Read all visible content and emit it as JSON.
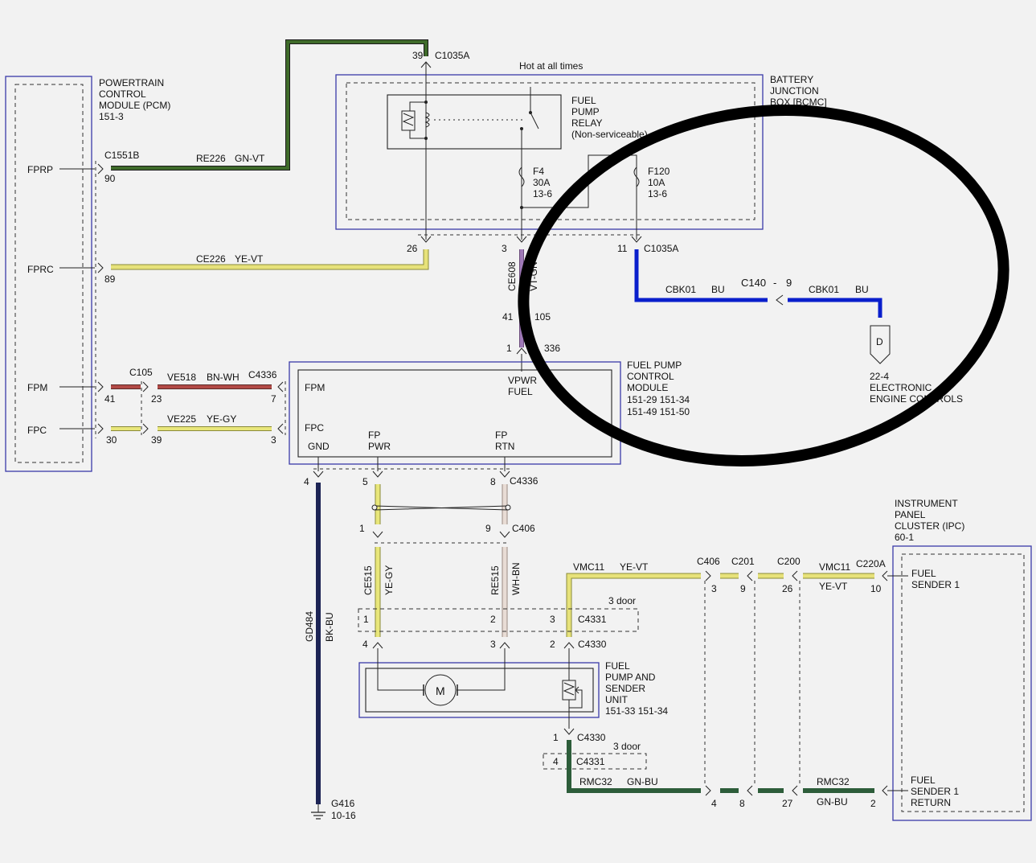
{
  "colors": {
    "gn_vt": "#3f6b2a",
    "ye_vt": "#e7e27a",
    "ye_gy": "#e8e67a",
    "bn_wh": "#b24a46",
    "bk_bu": "#1d2455",
    "bu": "#0a1fcc",
    "wh_bn": "#e8dcd5",
    "gn_bu": "#2d5d3a",
    "vt_gn": "#a07ab8",
    "module_border": "#3a3aa8"
  },
  "pcm": {
    "title": [
      "POWERTRAIN",
      "CONTROL",
      "MODULE (PCM)",
      "151-3"
    ],
    "pins": [
      "FPRP",
      "FPRC",
      "FPM",
      "FPC"
    ],
    "connector": "C1551B",
    "pin_numbers": [
      "90",
      "89",
      "41",
      "30"
    ]
  },
  "bjb": {
    "title": [
      "BATTERY",
      "JUNCTION",
      "BOX [BCMC]"
    ],
    "hot_label": "Hot at all times",
    "relay": [
      "FUEL",
      "PUMP",
      "RELAY",
      "(Non-serviceable)"
    ],
    "fuse_f4": [
      "F4",
      "30A",
      "13-6"
    ],
    "fuse_f120": [
      "F120",
      "10A",
      "13-6"
    ],
    "top_connector": "C1035A",
    "top_pin": "39",
    "bottom_connector": "C1035A",
    "pin_26": "26",
    "pin_3": "3",
    "pin_11": "11"
  },
  "wires": {
    "re226": [
      "RE226",
      "GN-VT"
    ],
    "ce226": [
      "CE226",
      "YE-VT"
    ],
    "ce608": "CE608",
    "ce608_color": "VT-GN",
    "ve518": [
      "VE518",
      "BN-WH"
    ],
    "ve225": [
      "VE225",
      "YE-GY"
    ],
    "cbk01_left": [
      "CBK01",
      "BU"
    ],
    "cbk01_right": [
      "CBK01",
      "BU"
    ],
    "gd484": [
      "GD484",
      "BK-BU"
    ],
    "ce515": [
      "CE515",
      "YE-GY"
    ],
    "re515": [
      "RE515",
      "WH-BN"
    ],
    "vmc11_left": [
      "VMC11",
      "YE-VT"
    ],
    "vmc11_right": [
      "VMC11",
      "YE-VT"
    ],
    "rmc32_left": [
      "RMC32",
      "GN-BU"
    ],
    "rmc32_right": [
      "RMC32",
      "GN-BU"
    ]
  },
  "splice": {
    "c140": "C140",
    "dash": "-",
    "pin": "9",
    "d_label": "D",
    "eec": [
      "22-4",
      "ELECTRONIC",
      "ENGINE CONTROLS"
    ]
  },
  "c105": {
    "name": "C105",
    "p41": "41",
    "p23": "23",
    "p30": "30",
    "p39": "39",
    "pin_41": "41",
    "pin_1": "1",
    "name_c4336_top": "C4336"
  },
  "fpcm": {
    "title": [
      "FUEL PUMP",
      "CONTROL",
      "MODULE",
      "151-29   151-34",
      "151-49   151-50"
    ],
    "pins": {
      "fpm": "FPM",
      "fpc": "FPC",
      "gnd": "GND",
      "fp_pwr": [
        "FP",
        "PWR"
      ],
      "fp_rtn": [
        "FP",
        "RTN"
      ],
      "vpwr": [
        "VPWR",
        "FUEL"
      ]
    },
    "c4336": "C4336",
    "p7": "7",
    "p3": "3",
    "p4": "4",
    "p5": "5",
    "p8": "8",
    "c105_bottom": "C105",
    "c4336_label": "C4336",
    "bjb_c105_stub": "105",
    "bjb_c4336_stub": "336"
  },
  "c406_mid": {
    "name": "C406",
    "p1": "1",
    "p9": "9"
  },
  "tank": {
    "three_door_a": "3 door",
    "c4331": "C4331",
    "p1": "1",
    "p2": "2",
    "p3": "3",
    "c4330": "C4330",
    "q4": "4",
    "q3": "3",
    "q2": "2",
    "unit": [
      "FUEL",
      "PUMP AND",
      "SENDER",
      "UNIT",
      "151-33   151-34"
    ],
    "motor": "M",
    "c4330_b": "C4330",
    "b1": "1",
    "three_door_b": "3 door",
    "c4331_b": "C4331",
    "b4": "4"
  },
  "dash_right": {
    "c406": "C406",
    "c201": "C201",
    "c200": "C200",
    "c220a": "C220A",
    "n3": "3",
    "n9": "9",
    "n26": "26",
    "n10": "10",
    "n4": "4",
    "n8": "8",
    "n27": "27",
    "n2": "2"
  },
  "ground": {
    "name": "G416",
    "ref": "10-16"
  },
  "ipc": {
    "title": [
      "INSTRUMENT",
      "PANEL",
      "CLUSTER (IPC)",
      "60-1"
    ],
    "sender": [
      "FUEL",
      "SENDER 1"
    ],
    "sender_return": [
      "FUEL",
      "SENDER 1",
      "RETURN"
    ]
  }
}
